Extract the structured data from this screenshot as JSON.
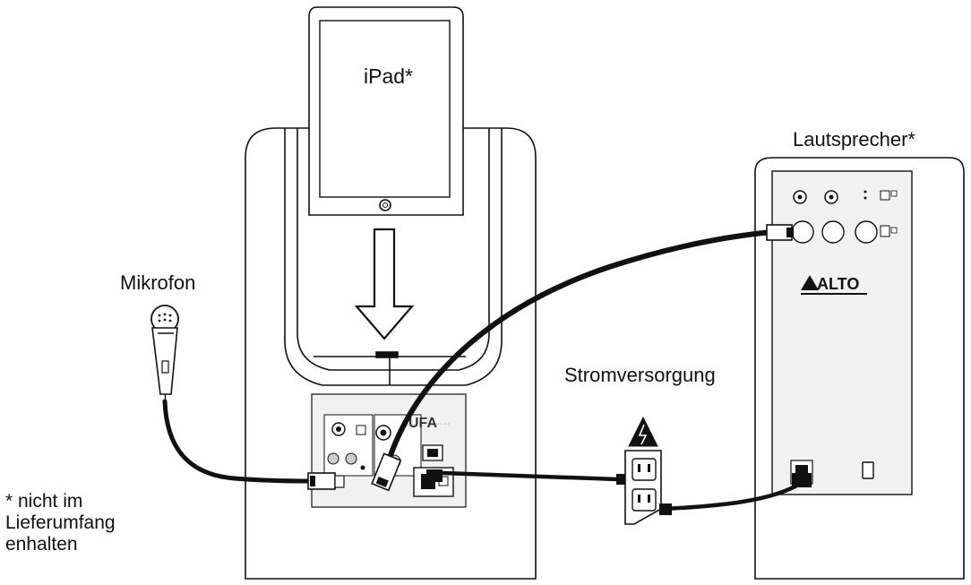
{
  "labels": {
    "ipad": "iPad*",
    "speaker": "Lautsprecher*",
    "microphone": "Mikrofon",
    "power": "Stromversorgung"
  },
  "footnote": {
    "line1": "*  nicht im",
    "line2": "Lieferumfang",
    "line3": "enhalten"
  },
  "logo": {
    "speaker_brand": "ALTO",
    "base_brand": "UFA"
  },
  "colors": {
    "line": "#111111",
    "fill": "#ffffff",
    "panel": "#f2f2f2"
  }
}
